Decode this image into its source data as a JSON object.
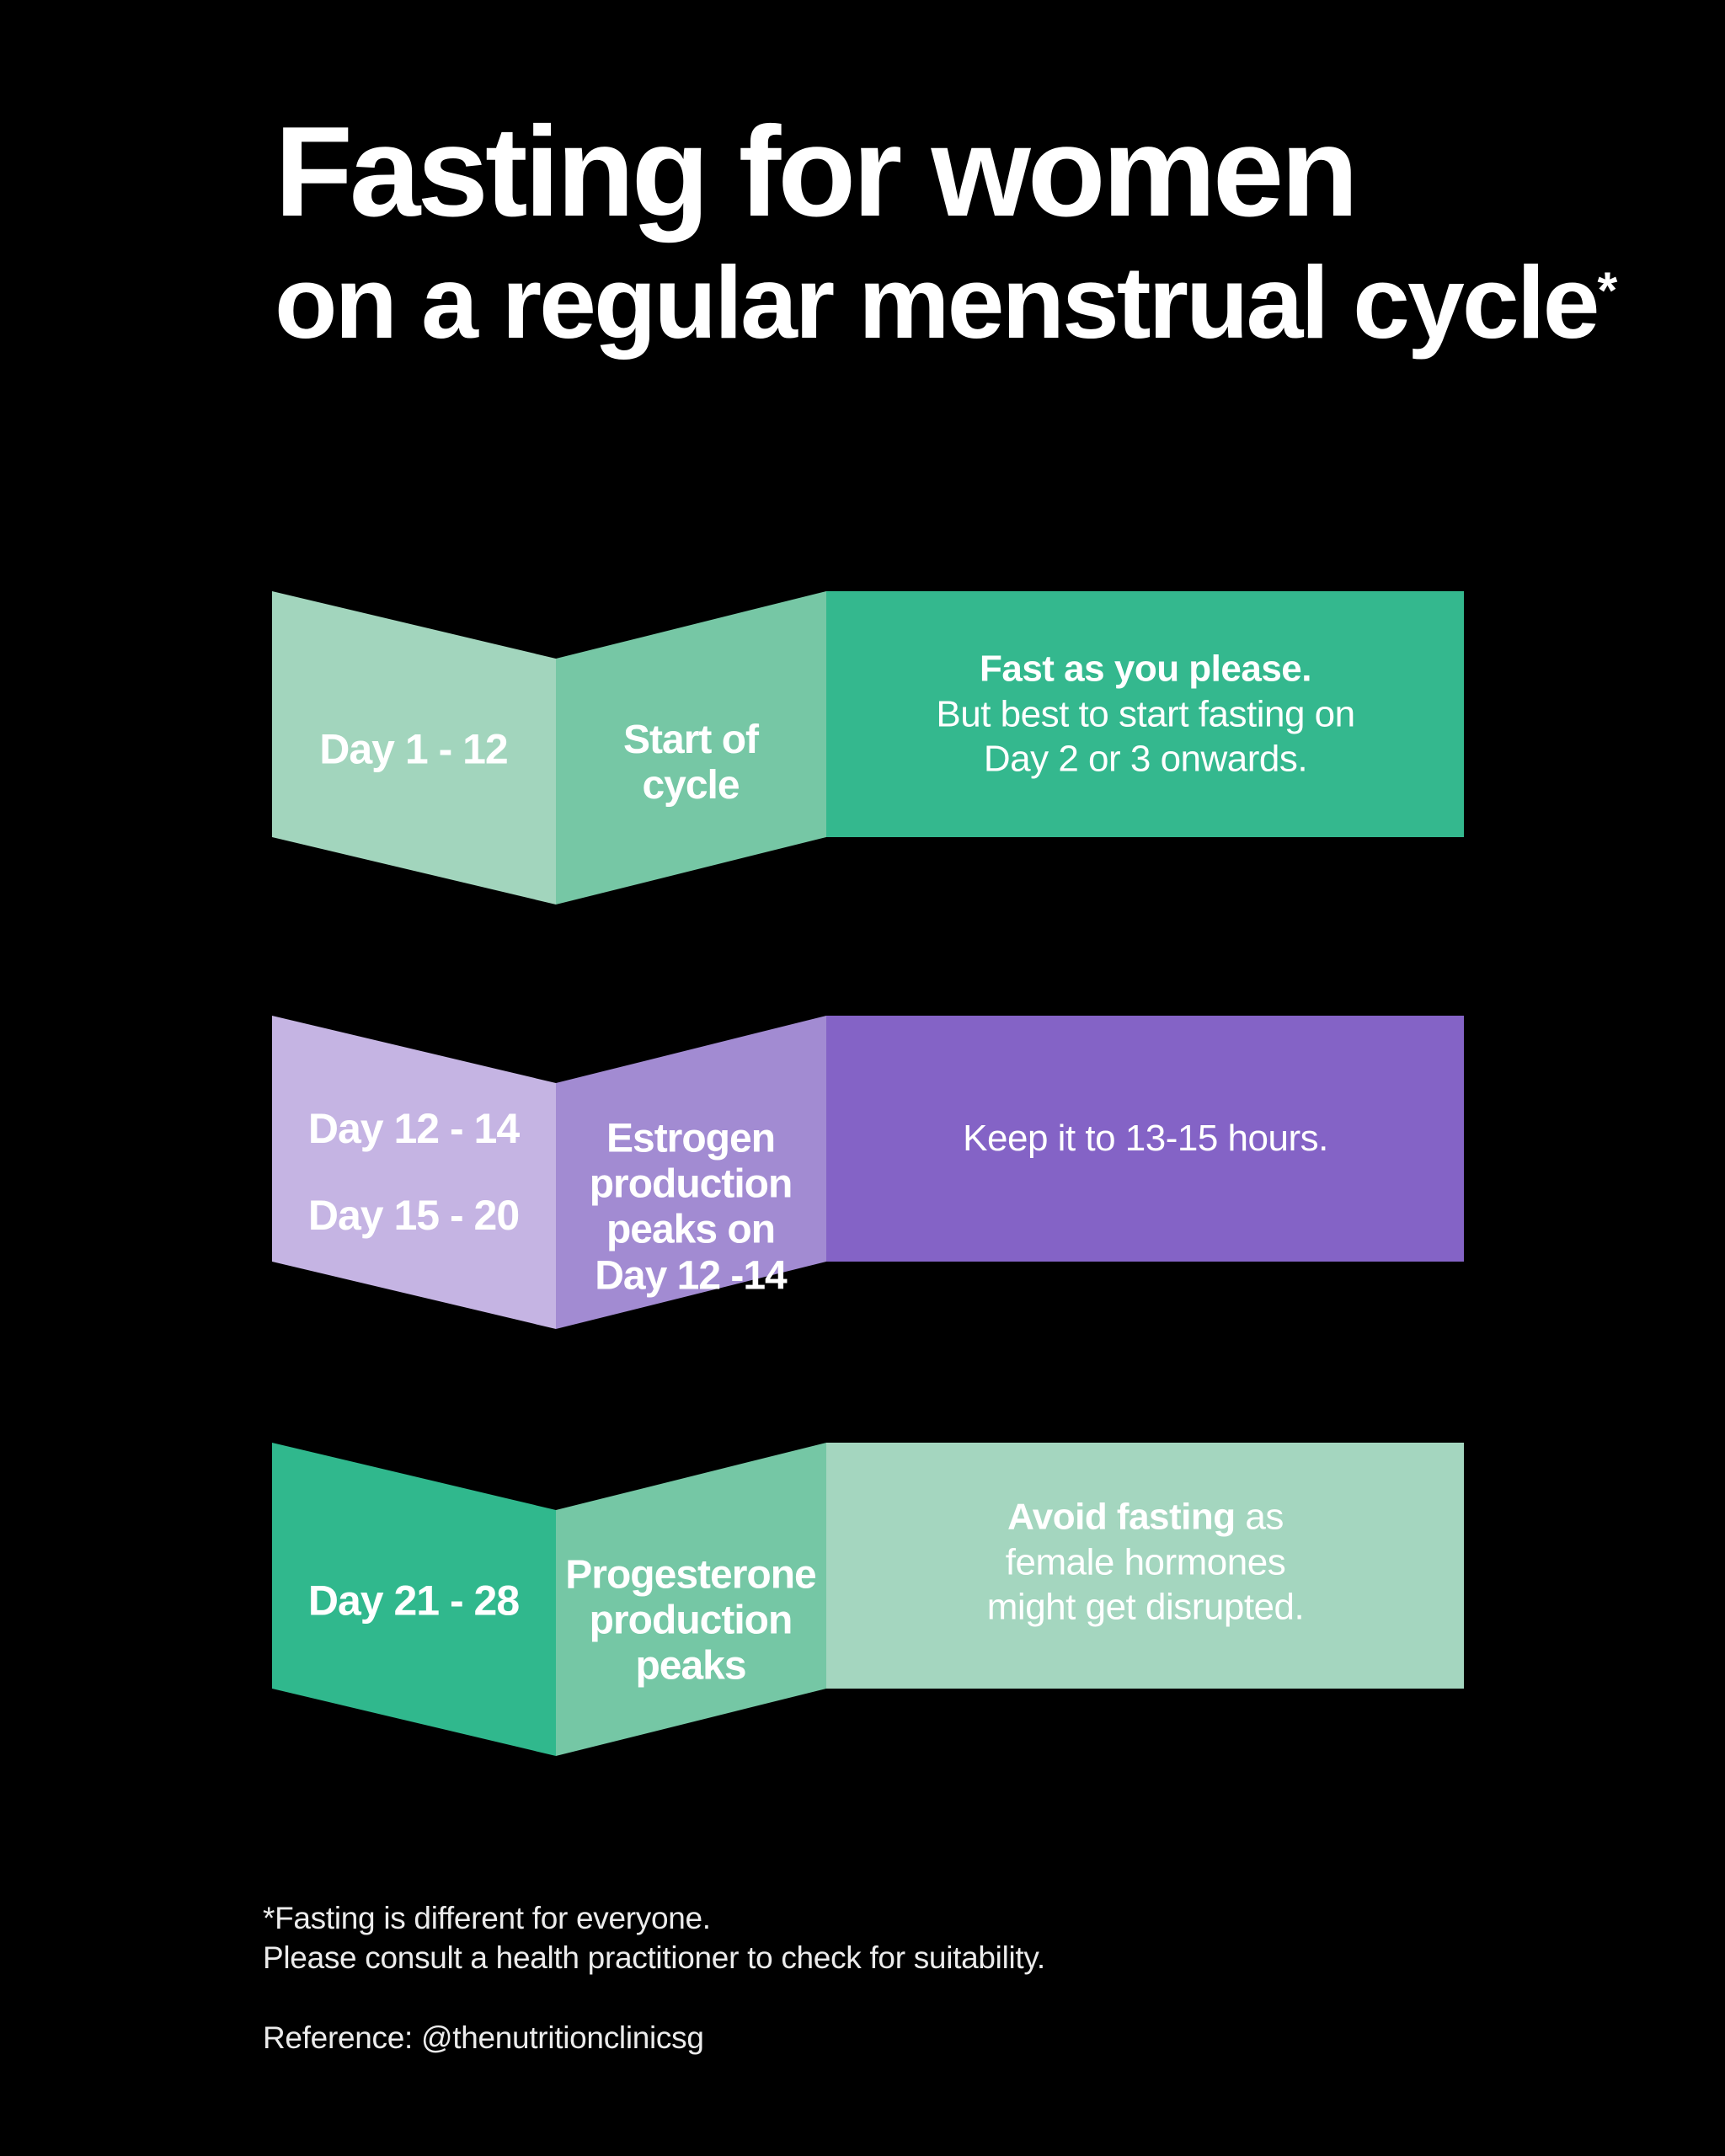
{
  "page": {
    "background": "#000000",
    "text_color": "#ffffff"
  },
  "title": {
    "line1": "Fasting for women",
    "line2": "on a regular menstrual cycle",
    "footnote_marker": "*"
  },
  "rows": [
    {
      "id": "cycle-start",
      "colors": {
        "left": "#a2d5bd",
        "mid": "#76c7a5",
        "right": "#34b88e"
      },
      "days": [
        "Day 1 - 12"
      ],
      "phase": [
        "Start of",
        "cycle"
      ],
      "advice": {
        "lead_bold": "Fast as you please.",
        "lead_rest": "",
        "line2": "But best to start fasting on",
        "line3": "Day 2 or 3 onwards."
      }
    },
    {
      "id": "estrogen-peak",
      "colors": {
        "left": "#c5b4e3",
        "mid": "#a28bd2",
        "right": "#8463c6"
      },
      "days": [
        "Day 12 - 14",
        "Day 15 - 20"
      ],
      "phase": [
        "Estrogen",
        "production",
        "peaks on",
        "Day 12 -14"
      ],
      "advice": {
        "lead_bold": "",
        "lead_rest": "Keep it to 13-15 hours.",
        "line2": "",
        "line3": ""
      }
    },
    {
      "id": "progesterone-peak",
      "colors": {
        "left": "#30b88d",
        "mid": "#75c7a5",
        "right": "#a4d6bf"
      },
      "days": [
        "Day 21 - 28"
      ],
      "phase": [
        "Progesterone",
        "production",
        "peaks"
      ],
      "advice": {
        "lead_bold": "Avoid fasting",
        "lead_rest": " as",
        "line2": "female hormones",
        "line3": "might get disrupted."
      }
    }
  ],
  "footer": {
    "line1": "*Fasting is different for everyone.",
    "line2": "Please consult a health practitioner to check for suitability.",
    "reference": "Reference: @thenutritionclinicsg"
  }
}
